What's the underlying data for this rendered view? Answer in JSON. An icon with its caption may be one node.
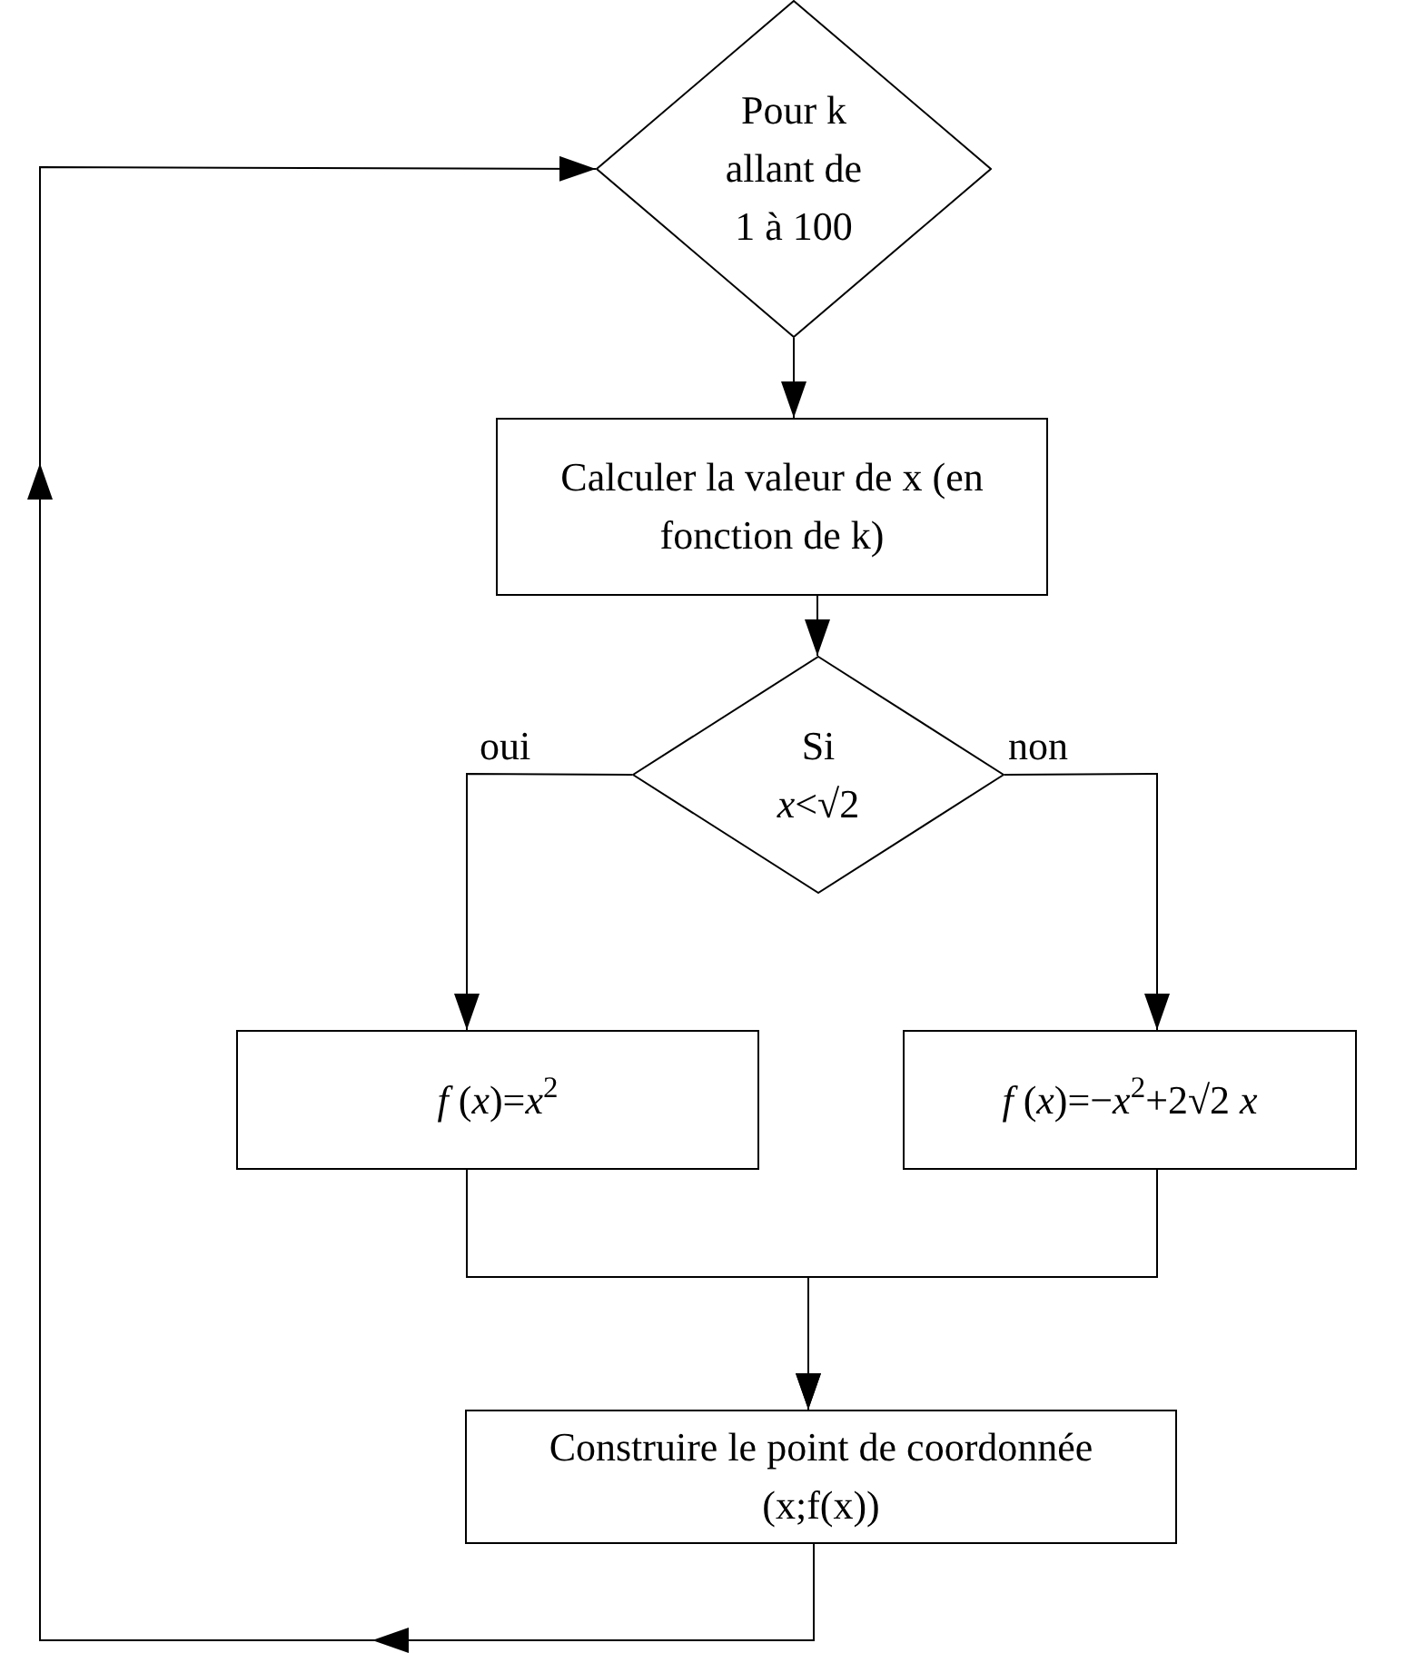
{
  "diagram": {
    "nodes": [
      {
        "text": [
          "Pour k allant de 1 à 100"
        ]
      },
      {
        "text": [
          "Calculer la valeur de x (en fonction de k)"
        ]
      },
      {
        "text": [
          "Si",
          "*x*<√2"
        ]
      },
      {
        "text": [
          "*f* (*x*)=*x*$^{2}$"
        ]
      },
      {
        "text": [
          "*f* (*x*)=−*x*$^{2}$+2√2 *x*"
        ]
      },
      {
        "text": [
          "Construire le point de coordonnée (x;f(x))"
        ]
      }
    ],
    "edges": [
      {
        "from": 0,
        "to": 1,
        "arrow": "to"
      },
      {
        "from": 1,
        "to": 2,
        "arrow": "to"
      },
      {
        "from": 2,
        "to": 3,
        "arrow": "to",
        "label": "oui"
      },
      {
        "from": 2,
        "to": 4,
        "arrow": "to",
        "label": "non"
      },
      {
        "from": 3,
        "to": 5,
        "arrow": "to"
      },
      {
        "from": 4,
        "to": 5,
        "arrow": "to"
      },
      {
        "from": 5,
        "to": 0,
        "arrow": "to"
      }
    ]
  }
}
